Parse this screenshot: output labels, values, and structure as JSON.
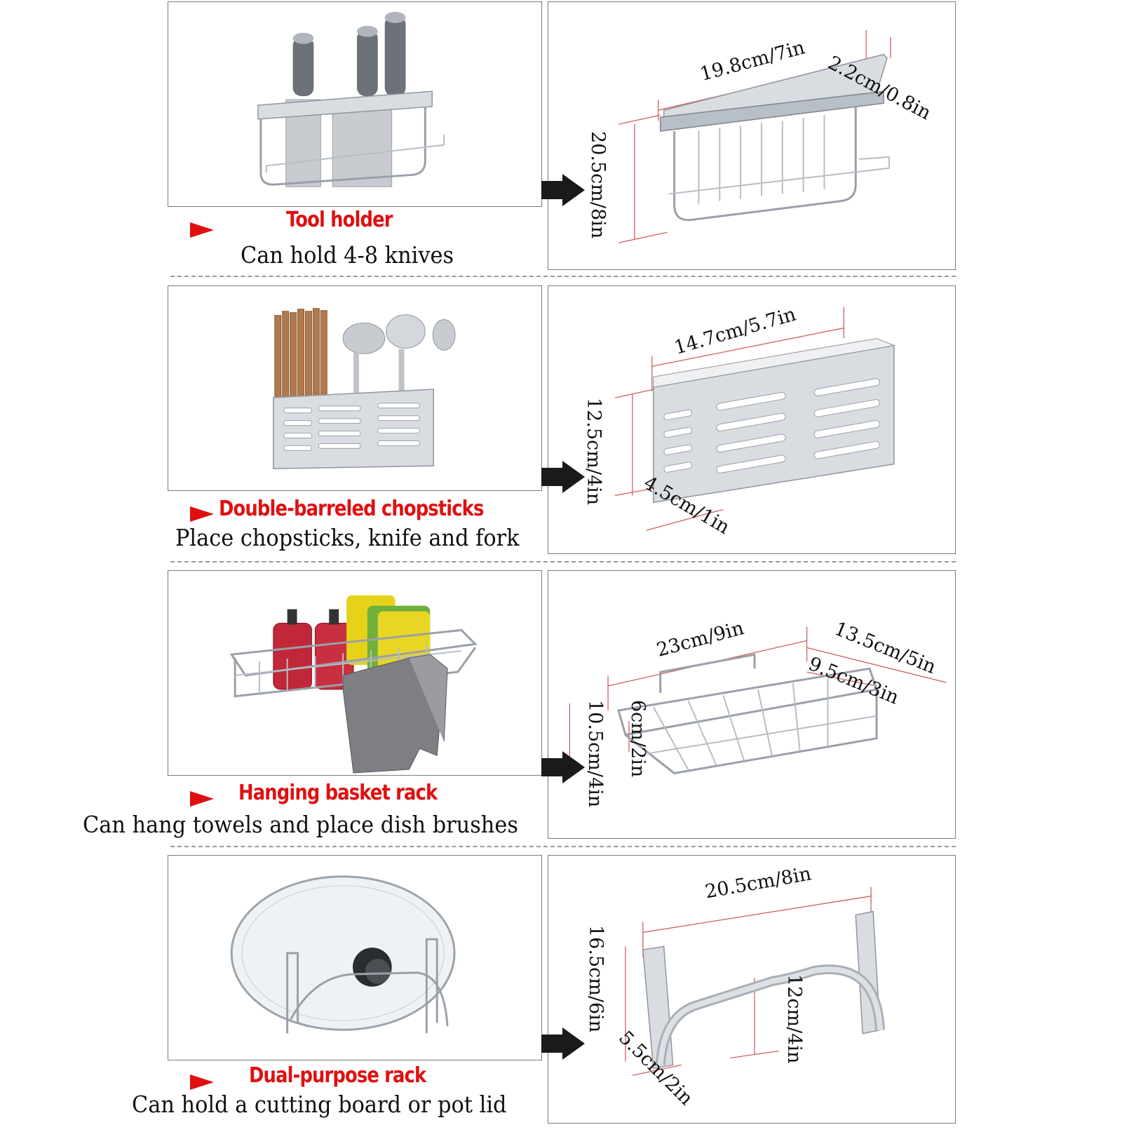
{
  "sections": [
    {
      "title": "Tool holder",
      "desc": "Can hold 4-8 knives",
      "dims": [
        "19.8cm/7in",
        "2.2cm/0.8in",
        "20.5cm/8in"
      ]
    },
    {
      "title": "Double-barreled chopsticks",
      "desc": "Place chopsticks, knife and fork",
      "dims": [
        "14.7cm/5.7in",
        "12.5cm/4in",
        "4.5cm/1in"
      ]
    },
    {
      "title": "Hanging basket rack",
      "desc": "Can hang towels and place dish brushes",
      "dims": [
        "23cm/9in",
        "13.5cm/5in",
        "9.5cm/3in",
        "10.5cm/4in",
        "6cm/2in"
      ]
    },
    {
      "title": "Dual-purpose rack",
      "desc": "Can hold a cutting board or pot lid",
      "dims": [
        "20.5cm/8in",
        "16.5cm/6in",
        "5.5cm/2in",
        "12cm/4in"
      ]
    }
  ],
  "colors": {
    "title_red": "#e01010",
    "arrow_black": "#1a1a1a",
    "dim_line": "#d06060"
  },
  "icons": [
    "arrow-right-icon",
    "red-triangle-icon"
  ]
}
